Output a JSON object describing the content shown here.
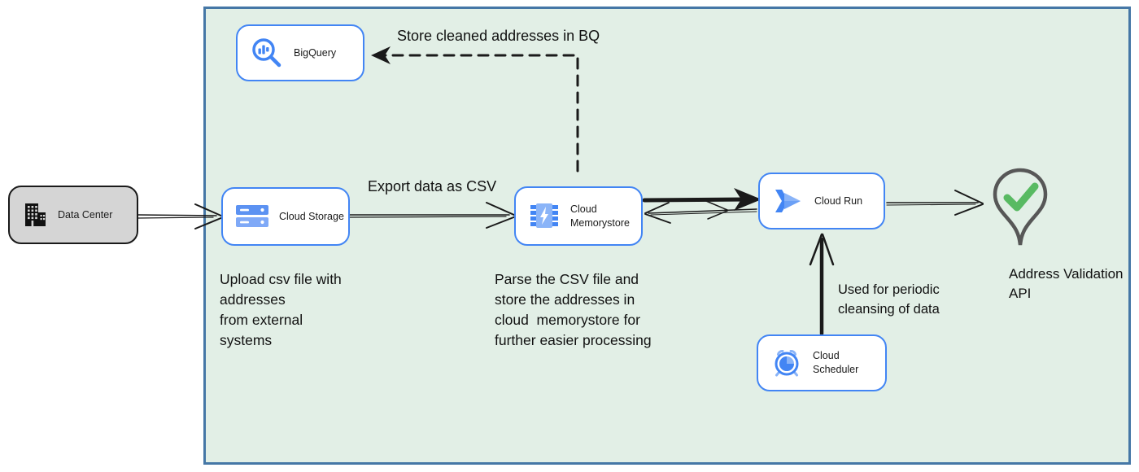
{
  "nodes": {
    "data_center": {
      "label": "Data Center"
    },
    "bigquery": {
      "label": "BigQuery"
    },
    "cloud_storage": {
      "label": "Cloud Storage"
    },
    "cloud_memorystore": {
      "label": "Cloud Memorystore"
    },
    "cloud_run": {
      "label": "Cloud Run"
    },
    "cloud_scheduler": {
      "label": "Cloud Scheduler"
    }
  },
  "annotations": {
    "store_cleaned_bq": "Store cleaned addresses in BQ",
    "export_csv": "Export data as CSV",
    "upload_note": "Upload csv file with\naddresses\nfrom external\nsystems",
    "parse_note": "Parse the CSV file and\nstore the addresses in\ncloud  memorystore for\nfurther easier processing",
    "periodic_note": "Used for periodic\ncleansing of data",
    "address_validation_api": "Address Validation\nAPI"
  },
  "colors": {
    "boundary_fill": "#e2efe6",
    "boundary_border": "#4577a6",
    "node_border": "#4285f4",
    "node_fill": "#ffffff",
    "external_fill": "#d5d5d5",
    "external_border": "#1a1a1a",
    "arrow": "#1a1a1a",
    "check_green": "#58ba62",
    "pin_gray": "#575757",
    "icon_blue": "#4285f4",
    "icon_blue_light": "#8ab4f8"
  }
}
